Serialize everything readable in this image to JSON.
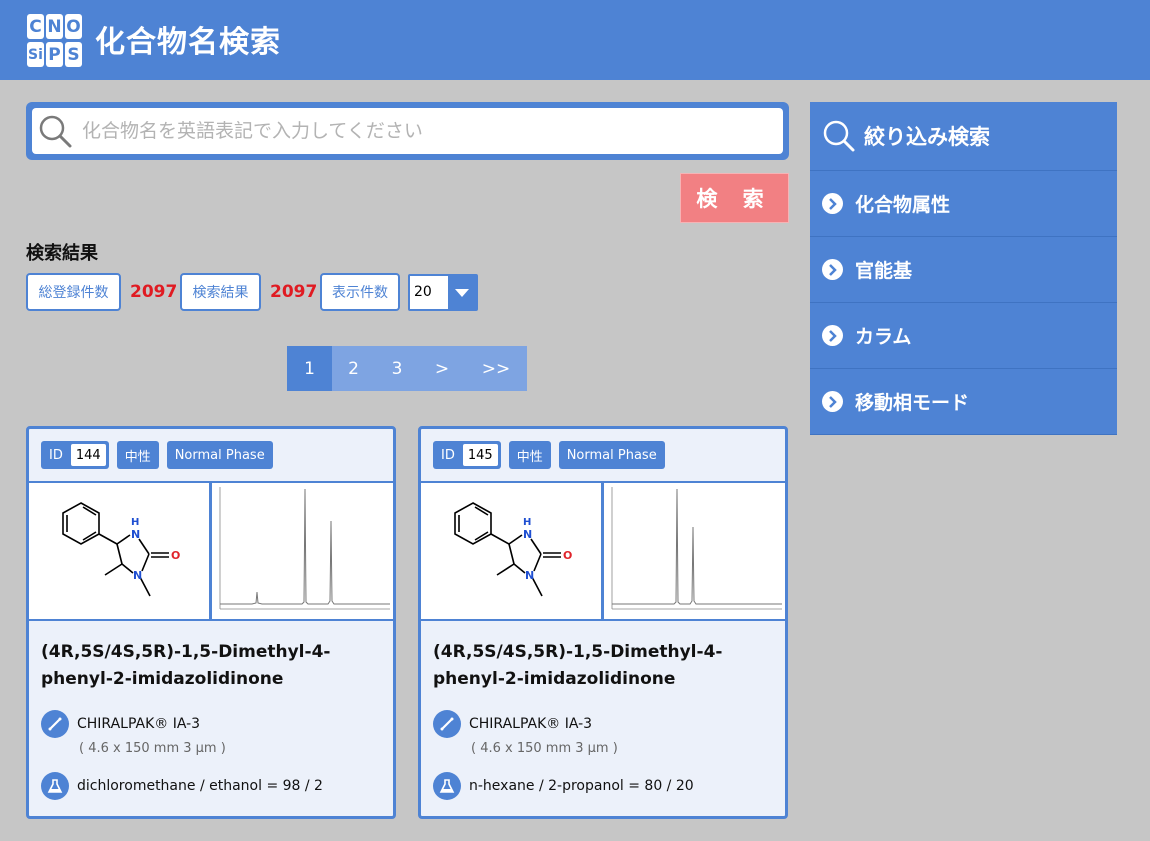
{
  "header": {
    "logo_letters": [
      "C",
      "N",
      "O",
      "Si",
      "P",
      "S"
    ],
    "title": "化合物名検索"
  },
  "search": {
    "placeholder": "化合物名を英語表記で入力してください",
    "value": "",
    "button_label": "検 索"
  },
  "results": {
    "title": "検索結果",
    "total_label": "総登録件数",
    "total_count": "2097",
    "result_label": "検索結果",
    "result_count": "2097",
    "display_label": "表示件数",
    "display_value": "20"
  },
  "pagination": {
    "pages": [
      "1",
      "2",
      "3",
      ">",
      ">>"
    ],
    "active": "1"
  },
  "sidebar": {
    "title": "絞り込み検索",
    "items": [
      {
        "label": "化合物属性"
      },
      {
        "label": "官能基"
      },
      {
        "label": "カラム"
      },
      {
        "label": "移動相モード"
      }
    ]
  },
  "cards": [
    {
      "id_label": "ID",
      "id": "144",
      "property": "中性",
      "mode": "Normal Phase",
      "name": "(4R,5S/4S,5R)-1,5-Dimethyl-4-phenyl-2-imidazolidinone",
      "column": "CHIRALPAK® IA-3",
      "column_size": "( 4.6 x 150 mm 3 μm )",
      "mobile_phase": "dichloromethane / ethanol = 98 / 2"
    },
    {
      "id_label": "ID",
      "id": "145",
      "property": "中性",
      "mode": "Normal Phase",
      "name": "(4R,5S/4S,5R)-1,5-Dimethyl-4-phenyl-2-imidazolidinone",
      "column": "CHIRALPAK® IA-3",
      "column_size": "( 4.6 x 150 mm 3 μm )",
      "mobile_phase": "n-hexane / 2-propanol = 80 / 20"
    }
  ],
  "structure_labels": {
    "nh": "H",
    "n": "N",
    "o": "O"
  },
  "colors": {
    "primary": "#4e83d4",
    "pager_inactive": "#7ea4e2",
    "search_button": "#f28083",
    "count": "#e01b22",
    "background": "#c6c6c6"
  }
}
